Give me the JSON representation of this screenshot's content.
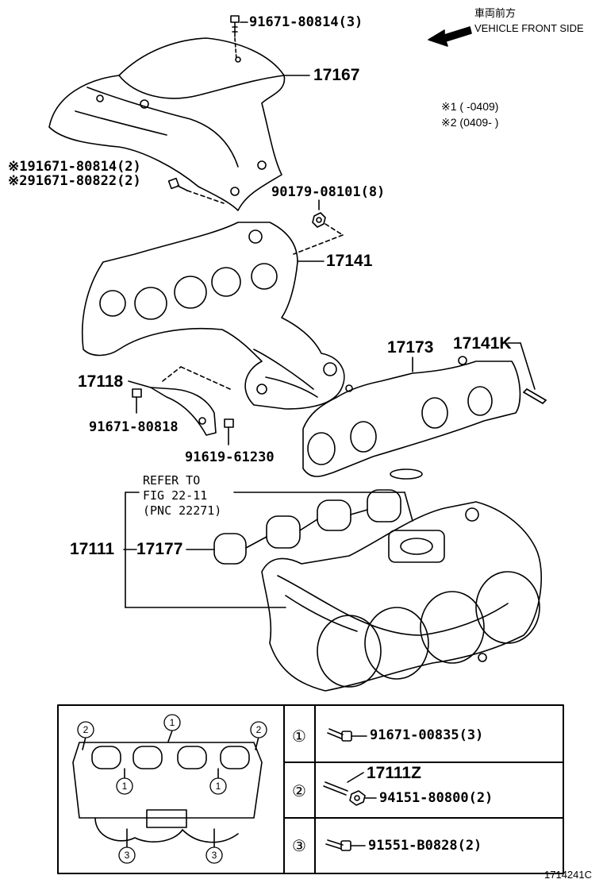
{
  "orientation": {
    "front_jp": "車両前方",
    "front_en": "VEHICLE FRONT SIDE"
  },
  "notes": {
    "note1": "※1 (   -0409)",
    "note2": "※2 (0409-   )"
  },
  "parts": {
    "bolt_top": "91671-80814(3)",
    "heat_insulator": "17167",
    "bolt_alt1": "※191671-80814(2)",
    "bolt_alt2": "※291671-80822(2)",
    "nut": "90179-08101(8)",
    "exhaust_manifold": "17141",
    "gasket": "17173",
    "stud": "17141K",
    "bracket": "17118",
    "bolt_bracket": "91671-80818",
    "bolt_bracket2": "91619-61230",
    "intake_manifold": "17111",
    "intake_gasket": "17177"
  },
  "refer": {
    "line1": "REFER TO",
    "line2": "FIG 22-11",
    "line3": "(PNC 22271)"
  },
  "table": {
    "rows": [
      {
        "num": "①",
        "part": "91671-00835(3)"
      },
      {
        "num": "②",
        "part": "17111Z",
        "part2": "94151-80800(2)"
      },
      {
        "num": "③",
        "part": "91551-B0828(2)"
      }
    ],
    "callouts": [
      "①",
      "②",
      "③"
    ]
  },
  "figure_id": "1714241C"
}
